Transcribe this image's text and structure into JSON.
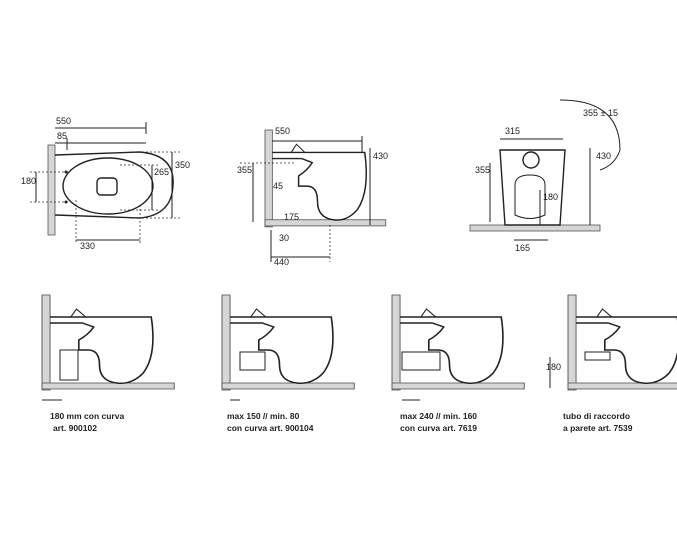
{
  "top_view": {
    "dims": [
      "550",
      "85",
      "350",
      "265",
      "180",
      "330"
    ]
  },
  "side_view": {
    "dims": [
      "550",
      "430",
      "355",
      "45",
      "175",
      "30",
      "440"
    ]
  },
  "front_view": {
    "dims": [
      "355 ± 15",
      "315",
      "430",
      "355",
      "180",
      "165"
    ]
  },
  "installations": [
    {
      "line1": "180 mm con curva",
      "line2": "art. 900102"
    },
    {
      "line1": "max 150 // min. 80",
      "line2": "con curva art. 900104"
    },
    {
      "line1": "max 240 // min. 160",
      "line2": "con curva art. 7619"
    },
    {
      "line1": "tubo di raccordo",
      "line2": "a parete art. 7539",
      "dim": "180"
    }
  ]
}
